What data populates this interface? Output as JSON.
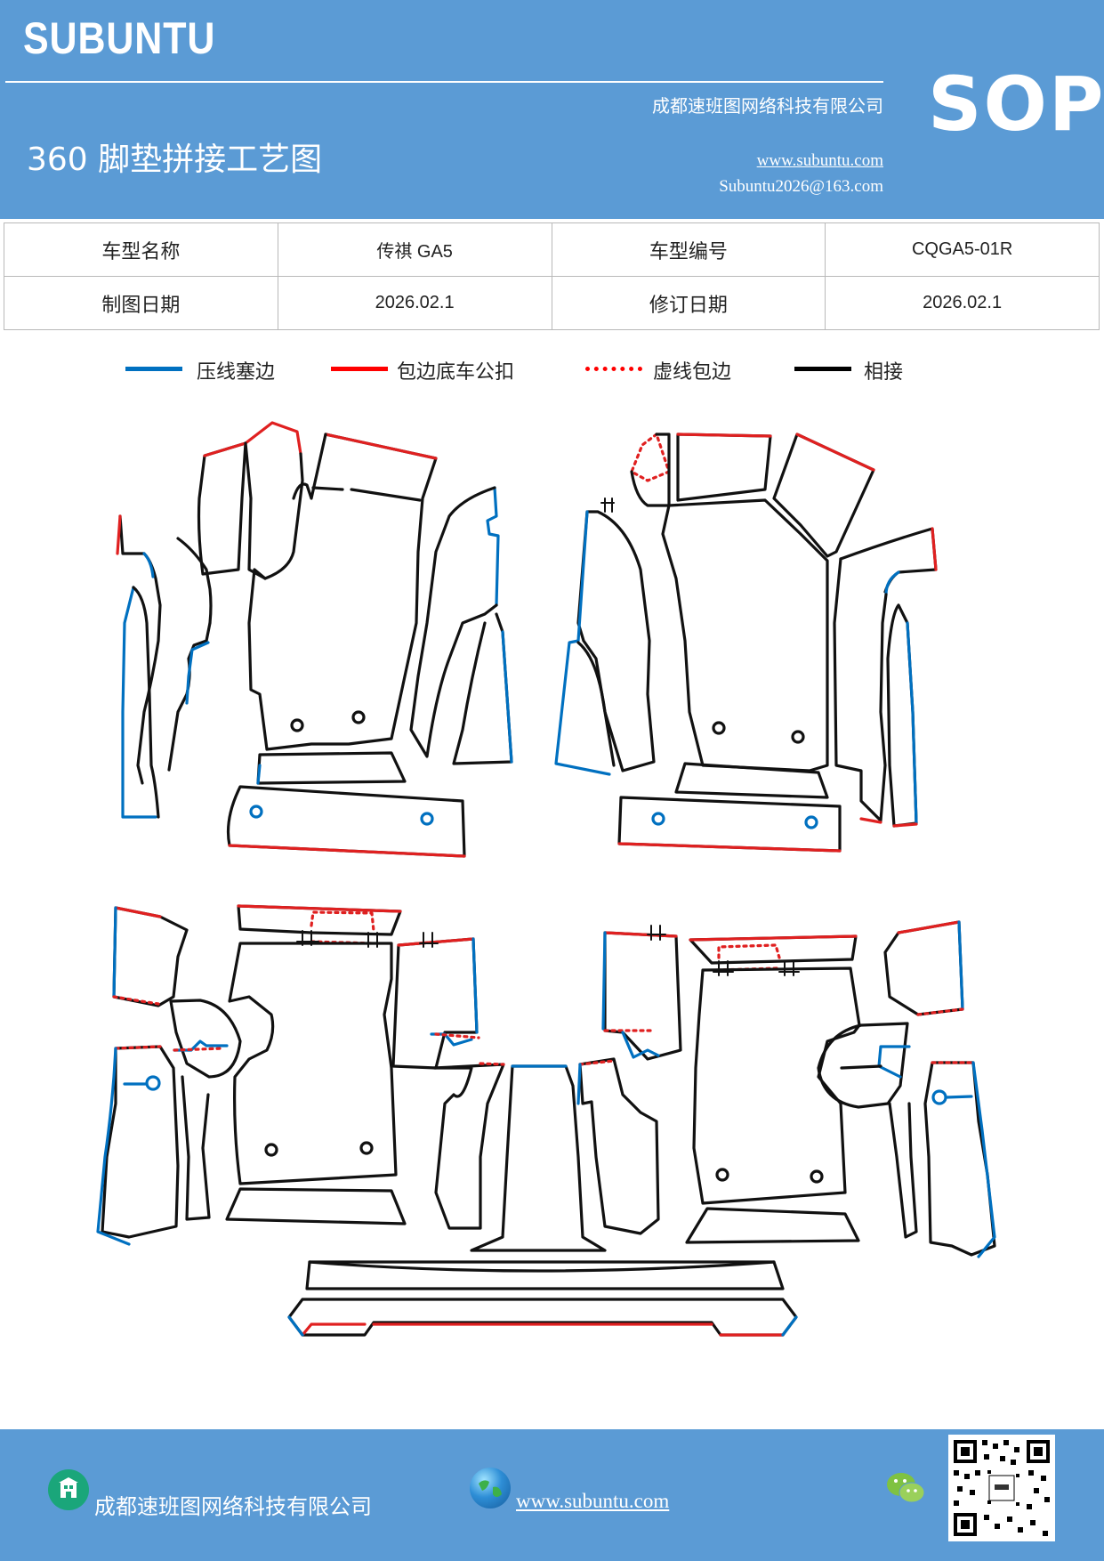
{
  "header": {
    "brand": "SUBUNTU",
    "company": "成都速班图网络科技有限公司",
    "title": "360 脚垫拼接工艺图",
    "website": "www.subuntu.com",
    "email": "Subuntu2026@163.com",
    "badge": "SOP"
  },
  "info": {
    "model_name_label": "车型名称",
    "model_name": "传祺 GA5",
    "model_code_label": "车型编号",
    "model_code": "CQGA5-01R",
    "draw_date_label": "制图日期",
    "draw_date": "2026.02.1",
    "revise_date_label": "修订日期",
    "revise_date": "2026.02.1"
  },
  "legend": [
    {
      "label": "压线塞边",
      "color": "#0070c0",
      "style": "solid"
    },
    {
      "label": "包边底车公扣",
      "color": "#ff0000",
      "style": "solid"
    },
    {
      "label": "虚线包边",
      "color": "#ff0000",
      "style": "dotted"
    },
    {
      "label": "相接",
      "color": "#000000",
      "style": "solid"
    }
  ],
  "colors": {
    "header_bg": "#5b9bd5",
    "press_line": "#0070c0",
    "edge_wrap": "#e02020",
    "joint": "#111111"
  },
  "footer": {
    "company": "成都速班图网络科技有限公司",
    "website": "www.subuntu.com",
    "icons": [
      "building-icon",
      "globe-icon",
      "wechat-icon",
      "qr-code"
    ]
  }
}
